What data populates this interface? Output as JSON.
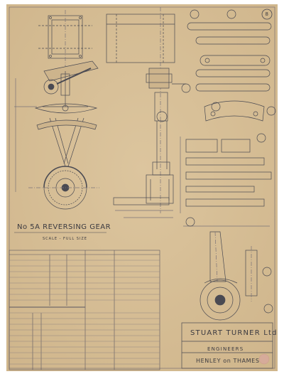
{
  "drawing": {
    "title": "No 5A REVERSING GEAR",
    "scale_note": "SCALE - FULL SIZE",
    "maker": "STUART TURNER Ltd",
    "maker_trade": "ENGINEERS",
    "maker_location": "HENLEY on THAMES",
    "sheet_number": "8",
    "colors": {
      "paper": "#d7bf97",
      "ink": "#4a4a52",
      "faint": "#7b7378"
    }
  }
}
